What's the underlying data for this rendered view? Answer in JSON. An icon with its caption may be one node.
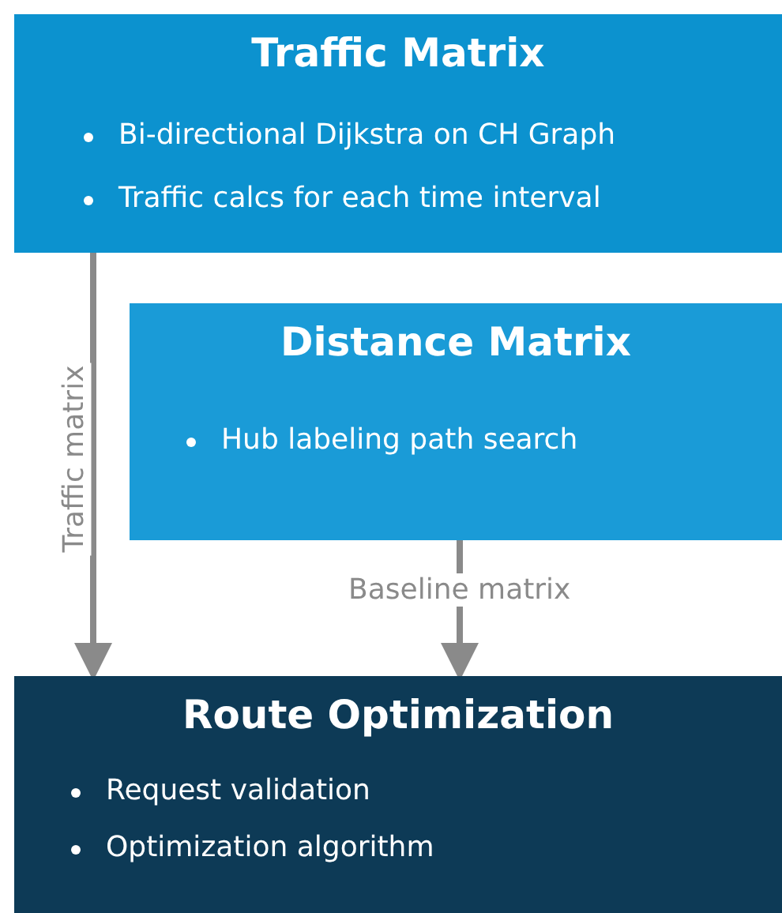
{
  "diagram": {
    "nodes": [
      {
        "text": [
          "Traffic Matrix",
          "Bi-directional Dijkstra on CH Graph",
          "Traffic calcs for each time interval"
        ]
      },
      {
        "text": [
          "Distance Matrix",
          "Hub labeling path search"
        ]
      },
      {
        "text": [
          "Route Optimization",
          "Request validation",
          "Optimization algorithm"
        ]
      }
    ],
    "edges": [
      {
        "from": 0,
        "to": 2,
        "arrow": "to",
        "label": "Traffic matrix"
      },
      {
        "from": 1,
        "to": 2,
        "arrow": "to",
        "label": "Baseline matrix"
      }
    ]
  }
}
